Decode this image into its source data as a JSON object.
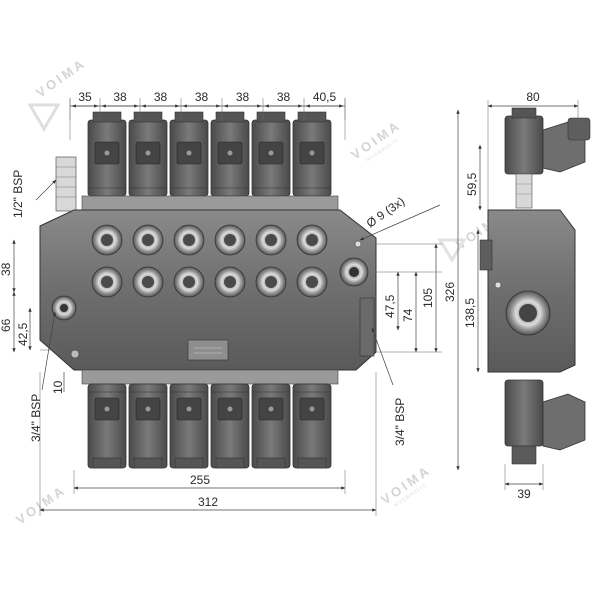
{
  "brand": {
    "name": "VOIMA",
    "tagline": "HYDRAULIC"
  },
  "top_dims": [
    "35",
    "38",
    "38",
    "38",
    "38",
    "38",
    "40,5"
  ],
  "front_view": {
    "port_top": "1/2\" BSP",
    "left_dims": {
      "d38": "38",
      "d66": "66",
      "d42": "42,5",
      "d10": "10"
    },
    "port_left": "3/4\" BSP",
    "port_right": "3/4\" BSP",
    "hole": "Ø 9  (3x)",
    "right_dims": {
      "d47": "47,5",
      "d74": "74",
      "d105": "105"
    },
    "bottom_dims": {
      "d255": "255",
      "d312": "312"
    }
  },
  "side_view": {
    "width_top": "80",
    "d59": "59,5",
    "d326": "326",
    "d138": "138,5",
    "width_bottom": "39"
  },
  "colors": {
    "body": "#7c7c7c",
    "body_dark": "#4a4a4a",
    "coil": "#5e5e5e",
    "plate": "#c8c8c8",
    "line": "#444444"
  }
}
